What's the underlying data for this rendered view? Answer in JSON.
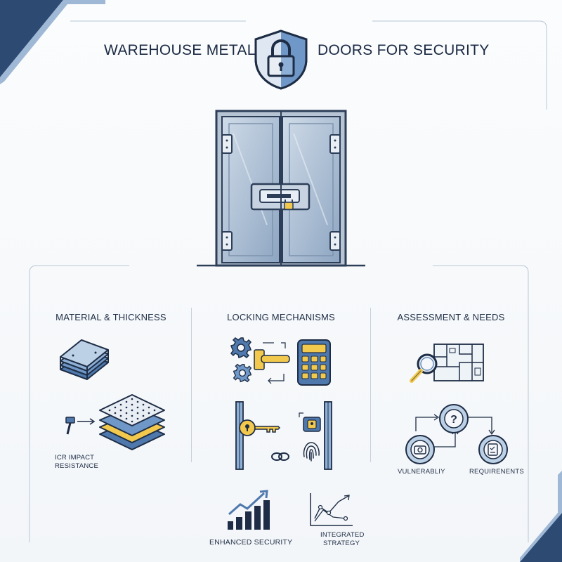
{
  "title": {
    "left": "WAREHOUSE METAL",
    "right": "DOORS FOR SECURITY"
  },
  "columns": [
    {
      "title": "MATERIAL & THICKNESS",
      "labels": [
        "ICR IMPACT",
        "RESISTANCE"
      ]
    },
    {
      "title": "LOCKING MECHANISMS"
    },
    {
      "title": "ASSESSMENT & NEEDS",
      "labels": [
        "VULNERABLIY",
        "REQUIRENENTS"
      ]
    }
  ],
  "bottom": {
    "enhanced": "ENHANCED SECURITY",
    "integrated": [
      "INTEGRATED",
      "STRATEGY"
    ]
  },
  "colors": {
    "navy": "#1e2d45",
    "steel_blue": "#4f79ad",
    "light_blue": "#bcd0e6",
    "yellow": "#f2c94c",
    "gray": "#8895a6"
  },
  "icons": [
    "shield-lock-icon",
    "metal-door-icon",
    "metal-sheets-icon",
    "hammer-icon",
    "layered-panels-icon",
    "gear-icon",
    "door-handle-icon",
    "keypad-icon",
    "key-icon",
    "chain-link-icon",
    "fingerprint-icon",
    "magnifier-icon",
    "floor-plan-icon",
    "question-icon",
    "camera-icon",
    "checklist-icon",
    "bar-chart-icon",
    "line-chart-icon"
  ]
}
